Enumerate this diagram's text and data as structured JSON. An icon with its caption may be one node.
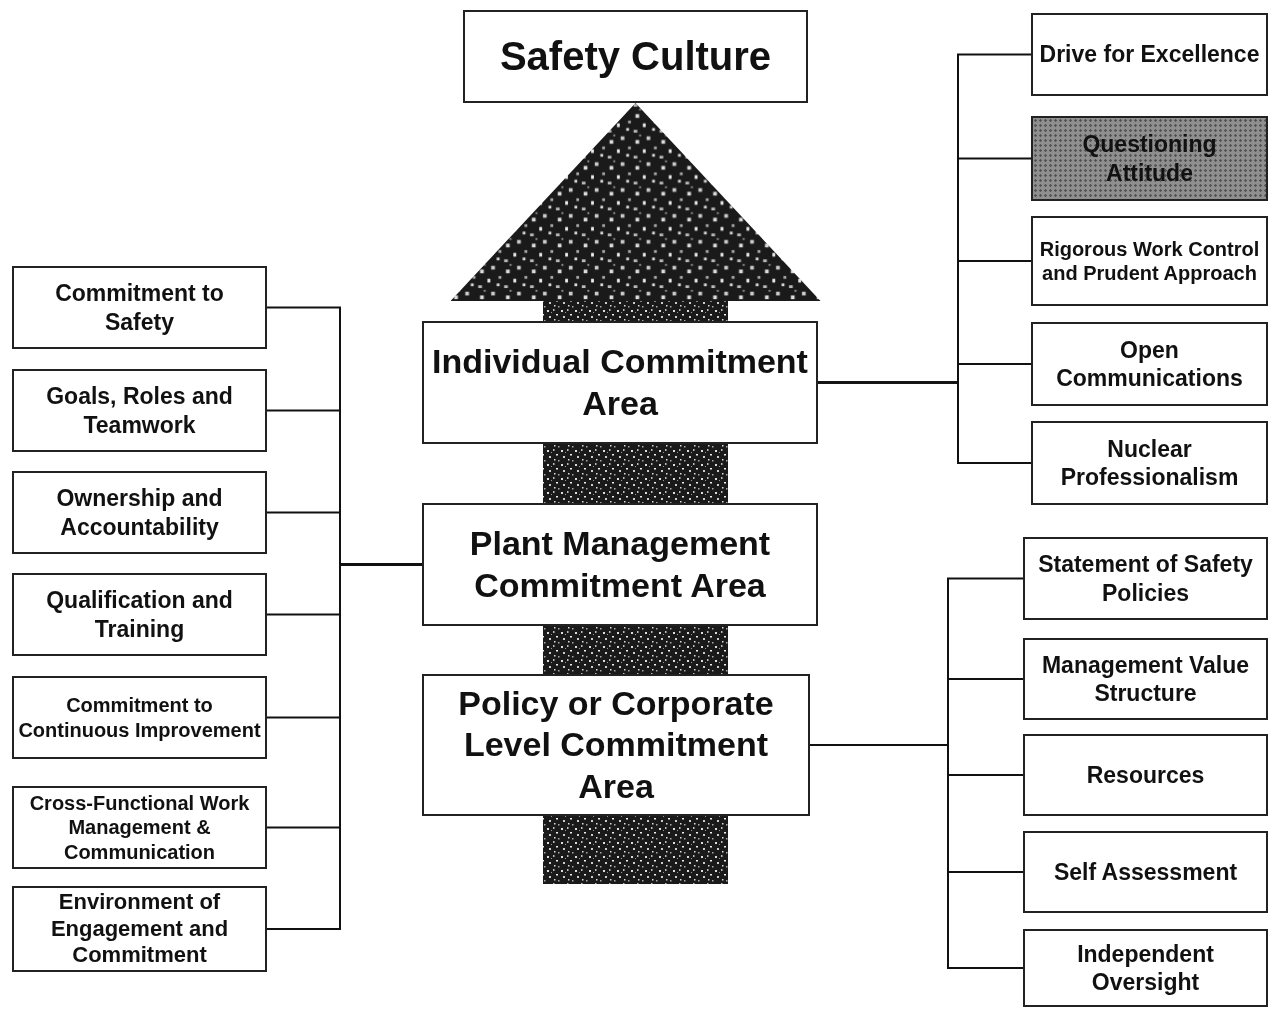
{
  "diagram": {
    "nodes": [
      {
        "text": [
          "Safety Culture"
        ]
      },
      {
        "text": [
          "Commitment to Safety"
        ]
      },
      {
        "text": [
          "Goals,  Roles and Teamwork"
        ]
      },
      {
        "text": [
          "Ownership and Accountability"
        ]
      },
      {
        "text": [
          "Qualification and Training"
        ]
      },
      {
        "text": [
          "Commitment to Continuous Improvement"
        ]
      },
      {
        "text": [
          "Cross-Functional Work Management & Communication"
        ]
      },
      {
        "text": [
          "Environment of Engagement and Commitment"
        ]
      },
      {
        "text": [
          "Individual Commitment Area"
        ]
      },
      {
        "text": [
          "Plant Management Commitment Area"
        ]
      },
      {
        "text": [
          "Policy or Corporate Level Commitment Area"
        ]
      },
      {
        "text": [
          "Drive for Excellence"
        ]
      },
      {
        "text": [
          "Questioning Attitude"
        ]
      },
      {
        "text": [
          "Rigorous Work Control and Prudent Approach"
        ]
      },
      {
        "text": [
          "Open Communications"
        ]
      },
      {
        "text": [
          "Nuclear Professionalism"
        ]
      },
      {
        "text": [
          "Statement of Safety Policies"
        ]
      },
      {
        "text": [
          "Management Value Structure"
        ]
      },
      {
        "text": [
          "Resources"
        ]
      },
      {
        "text": [
          "Self Assessment"
        ]
      },
      {
        "text": [
          "Independent Oversight"
        ]
      }
    ],
    "edges": [
      {
        "from": null,
        "to": 0,
        "arrow": "to",
        "style": "thick"
      },
      {
        "from": 1,
        "to": 9,
        "arrow": "none"
      },
      {
        "from": 2,
        "to": 9,
        "arrow": "none"
      },
      {
        "from": 3,
        "to": 9,
        "arrow": "none"
      },
      {
        "from": 4,
        "to": 9,
        "arrow": "none"
      },
      {
        "from": 5,
        "to": 9,
        "arrow": "none"
      },
      {
        "from": 6,
        "to": 9,
        "arrow": "none"
      },
      {
        "from": 7,
        "to": 9,
        "arrow": "none"
      },
      {
        "from": 8,
        "to": 11,
        "arrow": "none"
      },
      {
        "from": 8,
        "to": 12,
        "arrow": "none"
      },
      {
        "from": 8,
        "to": 13,
        "arrow": "none"
      },
      {
        "from": 8,
        "to": 14,
        "arrow": "none"
      },
      {
        "from": 8,
        "to": 15,
        "arrow": "none"
      },
      {
        "from": 10,
        "to": 16,
        "arrow": "none"
      },
      {
        "from": 10,
        "to": 17,
        "arrow": "none"
      },
      {
        "from": 10,
        "to": 18,
        "arrow": "none"
      },
      {
        "from": 10,
        "to": 19,
        "arrow": "none"
      },
      {
        "from": 10,
        "to": 20,
        "arrow": "none"
      }
    ]
  }
}
